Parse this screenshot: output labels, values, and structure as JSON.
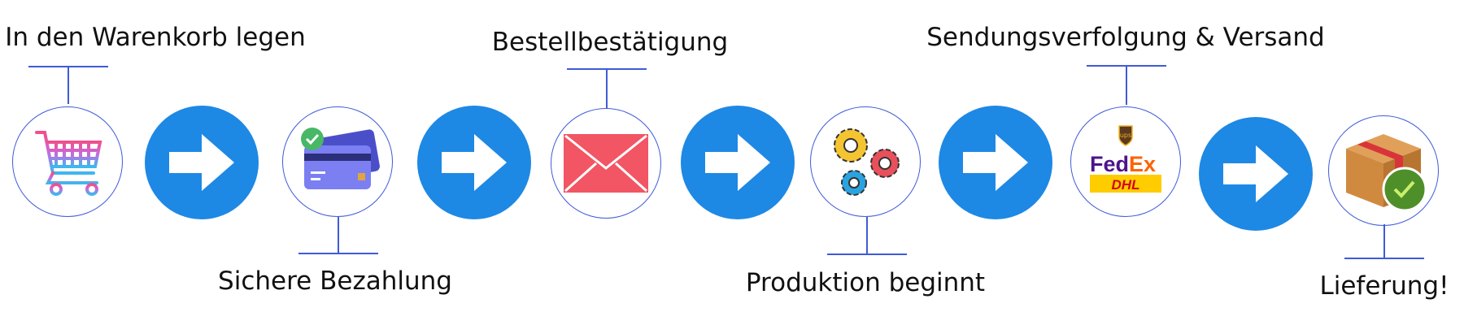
{
  "steps": [
    {
      "label": "In den Warenkorb legen",
      "icon": "shopping-cart-icon"
    },
    {
      "label": "Sichere Bezahlung",
      "icon": "credit-card-icon"
    },
    {
      "label": "Bestellbestätigung",
      "icon": "envelope-icon"
    },
    {
      "label": "Produktion beginnt",
      "icon": "gears-icon"
    },
    {
      "label": "Sendungsverfolgung & Versand",
      "icon": "carrier-logos-icon",
      "logos": [
        "ups",
        "FedEx",
        "DHL"
      ]
    },
    {
      "label": "Lieferung!",
      "icon": "package-check-icon"
    }
  ],
  "colors": {
    "arrow": "#1e88e5",
    "outline": "#3f5bd8"
  }
}
